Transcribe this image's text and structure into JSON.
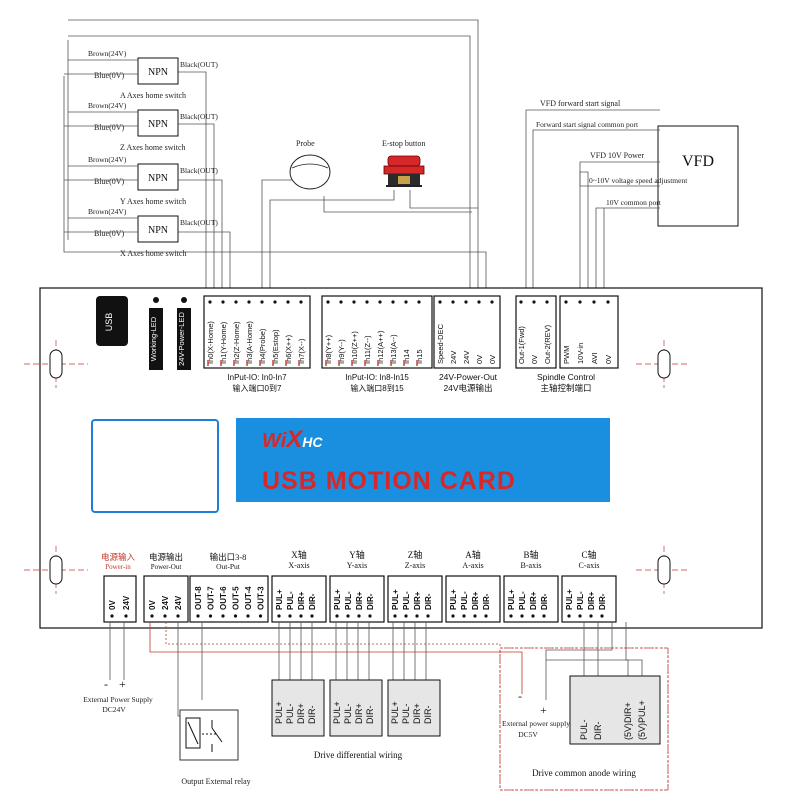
{
  "switches": [
    {
      "brown": "Brown(24V)",
      "blue": "Blue(0V)",
      "type": "NPN",
      "black": "Black(OUT)",
      "caption": "A Axes home switch"
    },
    {
      "brown": "Brown(24V)",
      "blue": "Blue(0V)",
      "type": "NPN",
      "black": "Black(OUT)",
      "caption": "Z Axes home switch"
    },
    {
      "brown": "Brown(24V)",
      "blue": "Blue(0V)",
      "type": "NPN",
      "black": "Black(OUT)",
      "caption": "Y Axes home switch"
    },
    {
      "brown": "Brown(24V)",
      "blue": "Blue(0V)",
      "type": "NPN",
      "black": "Black(OUT)",
      "caption": "X Axes home switch"
    }
  ],
  "probe": "Probe",
  "estop": "E-stop button",
  "vfd": {
    "title": "VFD",
    "forward": "VFD forward start signal",
    "forward_common": "Forward start signal common port",
    "power10v": "VFD 10V Power",
    "adjust": "0~10V voltage speed adjustment",
    "common10v": "10V common port"
  },
  "board": {
    "usb": "USB",
    "working_led": "Working-LED",
    "power_led": "24V-Power-LED",
    "logo": "WiXHC",
    "logo_wi": "Wi",
    "logo_x": "X",
    "logo_hc": "HC",
    "title": "USB MOTION CARD",
    "in0_7_pins": [
      "In0(X-Home)",
      "In1(Y-Home)",
      "In2(Z-Home)",
      "In3(A-Home)",
      "In4(Probe)",
      "In5(Estop)",
      "In6(X++)",
      "In7(X--)"
    ],
    "in0_7_label": "InPut-IO: In0-In7",
    "in0_7_cn": "输入端口0到7",
    "in8_15_pins": [
      "In8(Y++)",
      "In9(Y--)",
      "In10(Z++)",
      "In11(Z--)",
      "In12(A++)",
      "In13(A--)",
      "In14",
      "In15"
    ],
    "in8_15_label": "InPut-IO: In8-In15",
    "in8_15_cn": "输入端口8到15",
    "pwr_pins": [
      "Speed-DEC",
      "24V",
      "24V",
      "0V",
      "0V"
    ],
    "pwr_label": "24V-Power-Out",
    "pwr_cn": "24V电源输出",
    "sp_pins": [
      "Out-1(Fwd)",
      "0V",
      "Out-2(REV)"
    ],
    "sp2_pins": [
      "PWM",
      "10V-in",
      "AVI",
      "0V"
    ],
    "sp_label": "Spindle Control",
    "sp_cn": "主轴控制端口"
  },
  "bottom": {
    "power_in_cn": "电源输入",
    "power_in": "Power-in",
    "power_in_pins": [
      "0V",
      "24V"
    ],
    "power_out_cn": "电源输出",
    "power_out": "Power-Out",
    "power_out_pins": [
      "0V",
      "24V",
      "24V"
    ],
    "outs_cn": "输出口3-8",
    "outs": "Out-Put",
    "outs_pins": [
      "OUT-8",
      "OUT-7",
      "OUT-6",
      "OUT-5",
      "OUT-4",
      "OUT-3"
    ],
    "axes": [
      {
        "cn": "X轴",
        "en": "X-axis"
      },
      {
        "cn": "Y轴",
        "en": "Y-axis"
      },
      {
        "cn": "Z轴",
        "en": "Z-axis"
      },
      {
        "cn": "A轴",
        "en": "A-axis"
      },
      {
        "cn": "B轴",
        "en": "B-axis"
      },
      {
        "cn": "C轴",
        "en": "C-axis"
      }
    ],
    "axis_pins": [
      "PUL+",
      "PUL-",
      "DIR+",
      "DIR-"
    ]
  },
  "lower": {
    "ext_minus": "-",
    "ext_plus": "+",
    "ext_power": "External Power Supply",
    "ext_dc": "DC24V",
    "relay": "Output External relay",
    "driver_pins": [
      "PUL+",
      "PUL-",
      "DIR+",
      "DIR-"
    ],
    "diff": "Drive differential wiring",
    "ext5_minus": "-",
    "ext5_plus": "+",
    "ext5_power": "External power supply",
    "ext5_dc": "DC5V",
    "anode_pins": [
      "PUL-",
      "DIR-",
      "(5V)DIR+",
      "(5V)PUL+"
    ],
    "anode": "Drive common anode wiring"
  }
}
